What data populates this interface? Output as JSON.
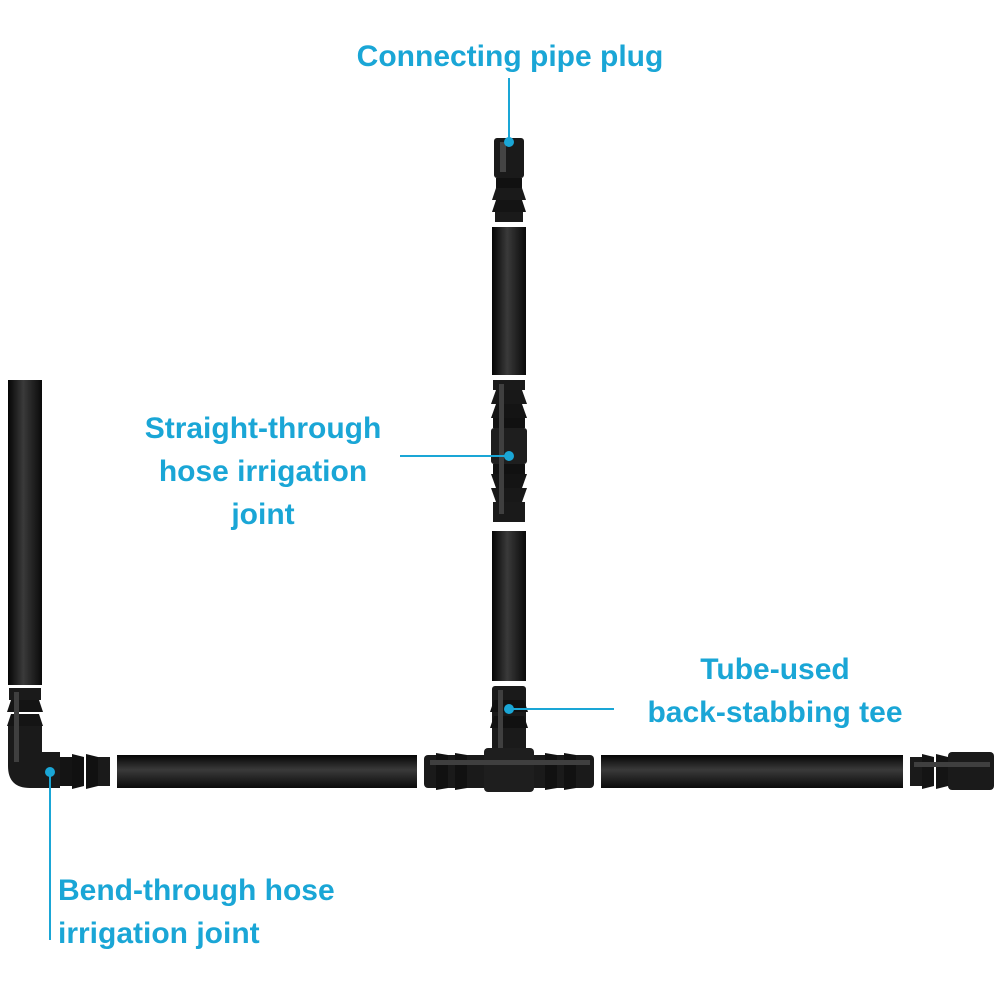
{
  "colors": {
    "accent": "#1aa6d6",
    "pipe": "#101010",
    "pipe_highlight": "#4a4a4a",
    "fitting": "#1a1a1a",
    "background": "#ffffff"
  },
  "labels": {
    "pipe_plug": [
      "Connecting pipe plug"
    ],
    "straight_joint": [
      "Straight-through",
      "hose irrigation",
      "joint"
    ],
    "tee": [
      "Tube-used",
      "back-stabbing tee"
    ],
    "bend_joint": [
      "Bend-through hose",
      "irrigation joint"
    ]
  }
}
